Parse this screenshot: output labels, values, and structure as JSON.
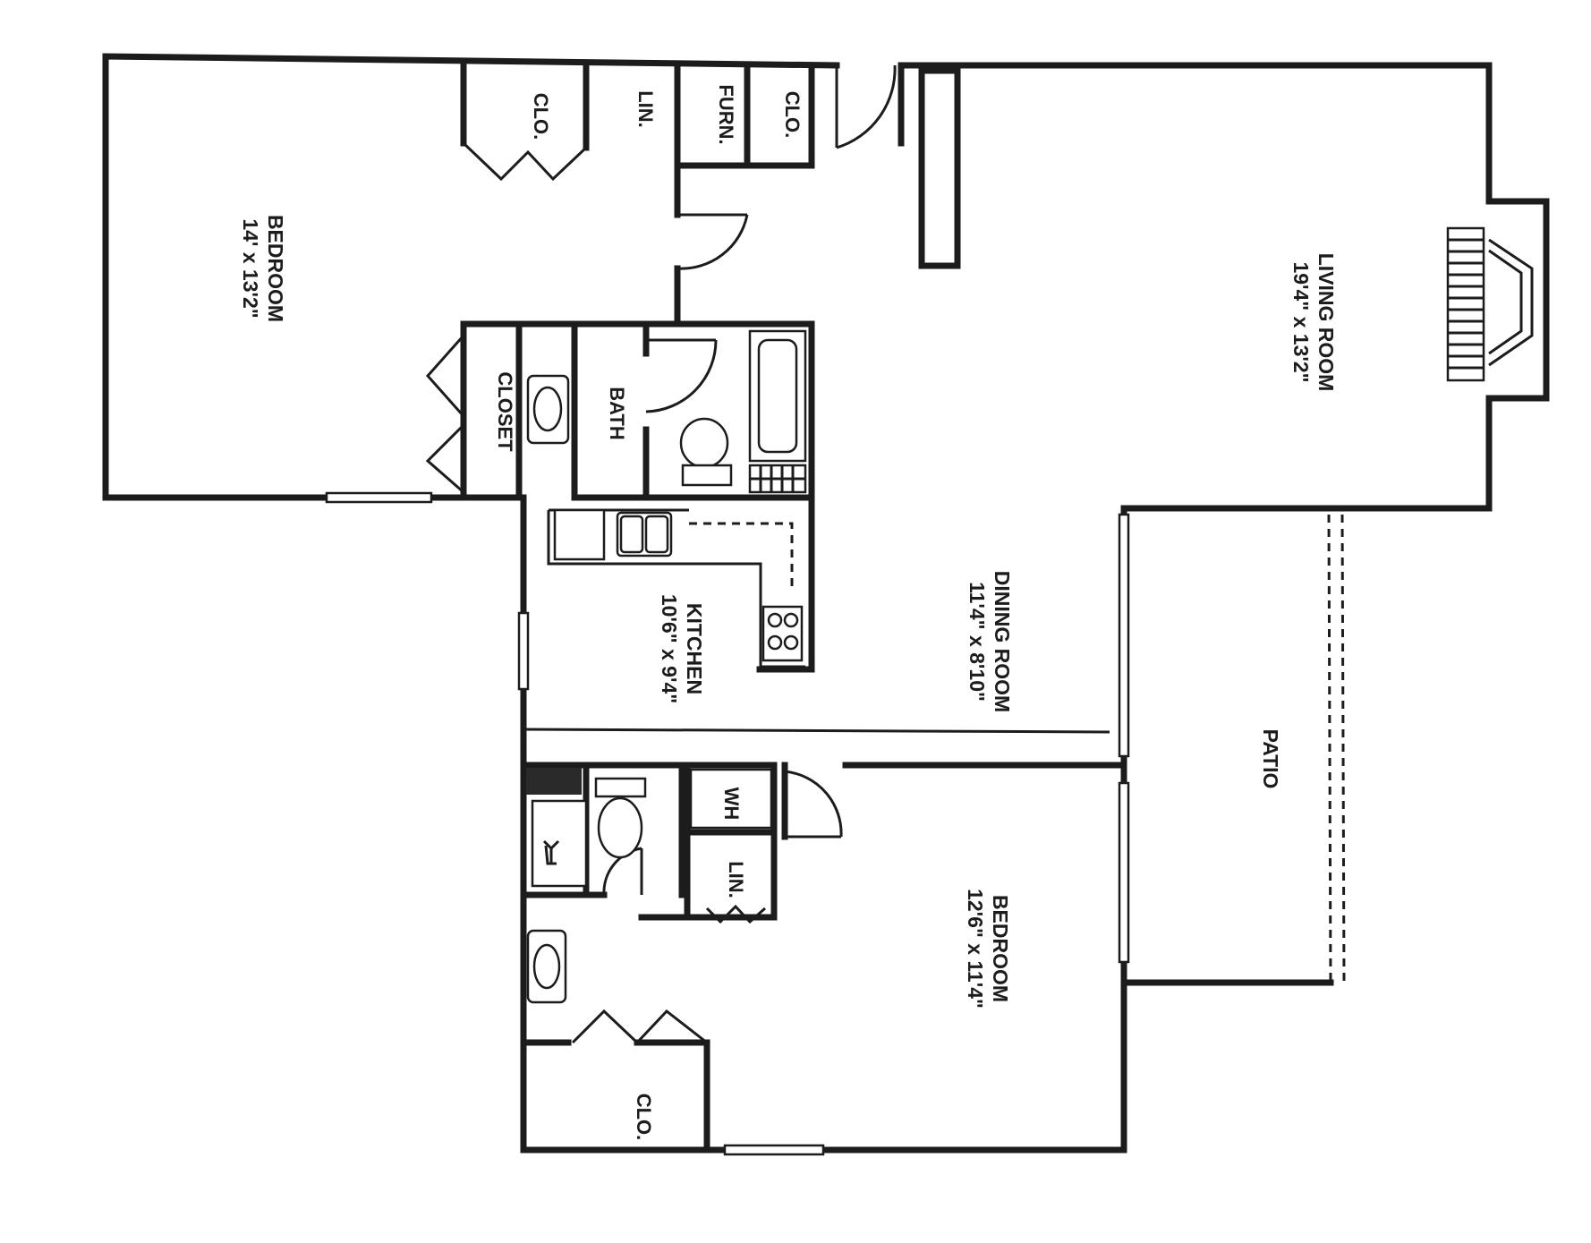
{
  "rooms": {
    "bedroom_1": {
      "name": "BEDROOM",
      "size": "14' x 13'2\""
    },
    "living_room": {
      "name": "LIVING ROOM",
      "size": "19'4\" x 13'2\""
    },
    "dining_room": {
      "name": "DINING ROOM",
      "size": "11'4\" x 8'10\""
    },
    "kitchen": {
      "name": "KITCHEN",
      "size": "10'6\" x 9'4\""
    },
    "bedroom_2": {
      "name": "BEDROOM",
      "size": "12'6\" x 11'4\""
    },
    "bath": {
      "name": "BATH"
    },
    "closet_main": {
      "name": "CLOSET"
    },
    "patio": {
      "name": "PATIO"
    }
  },
  "closets": {
    "clo_top_1": "CLO.",
    "lin_top": "LIN.",
    "furn": "FURN.",
    "clo_top_2": "CLO.",
    "lin_bottom": "LIN.",
    "clo_bottom": "CLO."
  },
  "fixtures": {
    "water_heater": "WH"
  }
}
